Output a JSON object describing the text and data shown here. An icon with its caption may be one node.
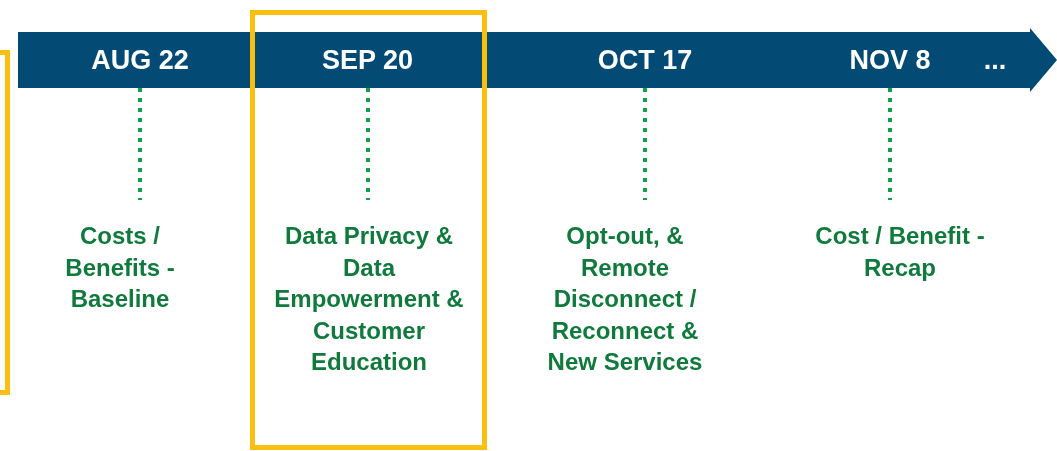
{
  "diagram": {
    "nodes": [
      {
        "text": [],
        "shape": "box"
      },
      {
        "text": [
          "AUG 22"
        ]
      },
      {
        "text": [
          "Costs / Benefits - Baseline"
        ]
      },
      {
        "text": [],
        "shape": "box"
      },
      {
        "text": [
          "SEP 20"
        ],
        "in": 3
      },
      {
        "text": [
          "Data Privacy & Data Empowerment & Customer Education"
        ],
        "in": 3
      },
      {
        "text": [
          "OCT 17"
        ]
      },
      {
        "text": [
          "Opt-out, & Remote Disconnect / Reconnect & New Services"
        ]
      },
      {
        "text": [
          "NOV 8"
        ]
      },
      {
        "text": [
          "Cost / Benefit - Recap"
        ]
      }
    ],
    "edges": [
      {
        "from": 1,
        "to": 2,
        "arrow": "none"
      },
      {
        "from": 4,
        "to": 5,
        "arrow": "none"
      },
      {
        "from": 6,
        "to": 7,
        "arrow": "none"
      },
      {
        "from": 8,
        "to": 9,
        "arrow": "none"
      }
    ],
    "labels": [
      "..."
    ]
  }
}
